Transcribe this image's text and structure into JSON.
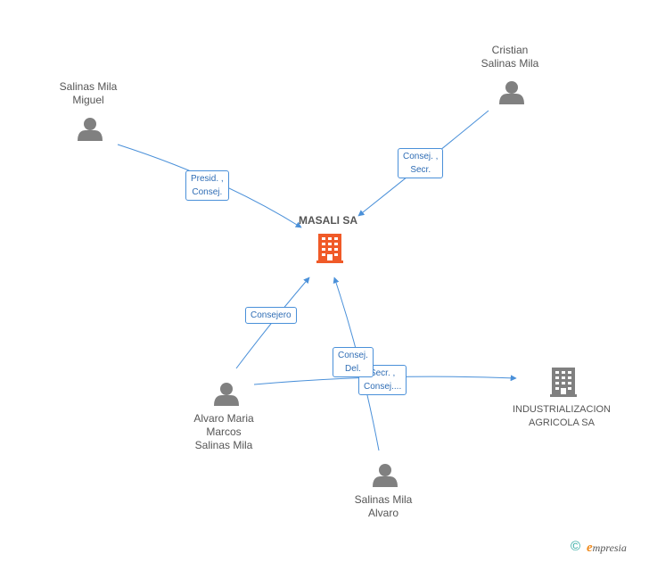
{
  "colors": {
    "edge": "#4a90d9",
    "edge_text": "#2f6db5",
    "person_icon": "#808080",
    "company_main": "#f05a28",
    "company_other": "#808080",
    "label": "#555555"
  },
  "nodes": {
    "salinas_mila_miguel": {
      "line1": "Salinas Mila",
      "line2": "Miguel",
      "icon": "person-icon"
    },
    "cristian_salinas_mila": {
      "line1": "Cristian",
      "line2": "Salinas Mila",
      "icon": "person-icon"
    },
    "masali_sa": {
      "name": "MASALI SA",
      "icon": "building-icon"
    },
    "alvaro_maria": {
      "line1": "Alvaro Maria",
      "line2": "Marcos",
      "line3": "Salinas Mila",
      "icon": "person-icon"
    },
    "salinas_mila_alvaro": {
      "line1": "Salinas Mila",
      "line2": "Alvaro",
      "icon": "person-icon"
    },
    "industrializacion": {
      "line1": "INDUSTRIALIZACION",
      "line2": "AGRICOLA SA",
      "icon": "building-icon"
    }
  },
  "edges": {
    "miguel_to_masali": {
      "line1": "Presid. ,",
      "line2": "Consej."
    },
    "cristian_to_masali": {
      "line1": "Consej. ,",
      "line2": "Secr."
    },
    "alvaro_maria_to_masali": {
      "line1": "Consejero"
    },
    "alvaro_maria_to_industrializacion": {
      "line1": "Secr. ,",
      "line2": "Consej...."
    },
    "alvaro_to_masali": {
      "line1": "Consej.",
      "line2": "Del."
    }
  },
  "footer": {
    "copyright": "©",
    "brand_initial": "e",
    "brand_rest": "mpresia"
  }
}
